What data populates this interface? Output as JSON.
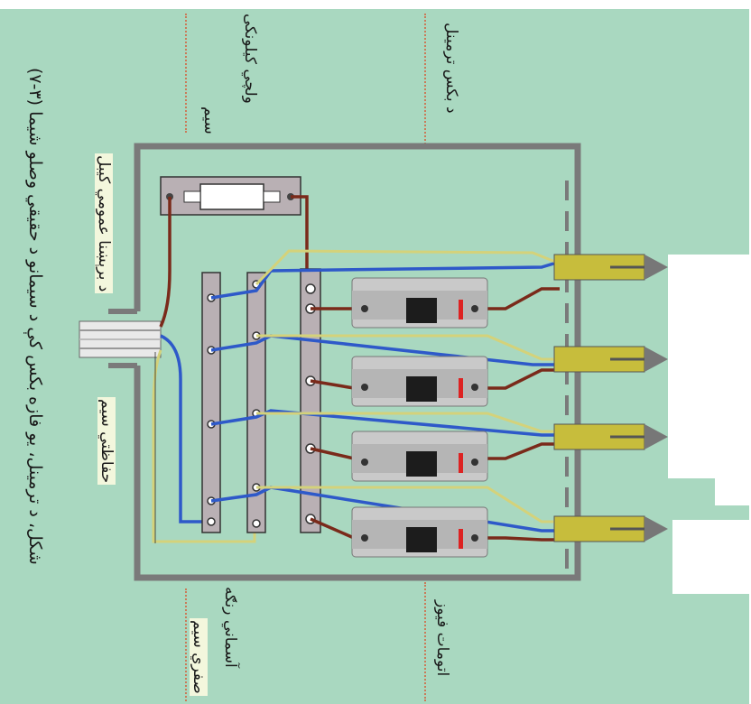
{
  "figure": {
    "caption": "(۷-۳) شکل، د ترمینل، یو فازه بکس کې د سیمانو د حقیقي وصلو شیما"
  },
  "labels": {
    "main_cable": "د برېښنا عمومي کیبل",
    "protective_wire": "حفاظتي سیم",
    "galvanized_wire_line1": "ولچي  کیلونکی",
    "galvanized_wire_line2": "سیم",
    "terminal_strip": "د بکس ترمینل",
    "blue_color_line1": "آسماني  رنګه",
    "blue_color_line2": "صفري سیم",
    "automatic_fuse": "اتومات فیوز"
  },
  "colors": {
    "background": "#a9d8c0",
    "box_outline": "#7a7a7a",
    "live_wire": "#7a2a1a",
    "neutral_wire": "#2e59c9",
    "earth_wire": "#d4d27a",
    "terminal_bar": "#b9b0b4",
    "breaker_body": "#c9c9c9",
    "output_terminal": "#c7bd3c"
  },
  "breakers": [
    {
      "name": "breaker-1"
    },
    {
      "name": "breaker-2"
    },
    {
      "name": "breaker-3"
    },
    {
      "name": "breaker-4"
    }
  ]
}
